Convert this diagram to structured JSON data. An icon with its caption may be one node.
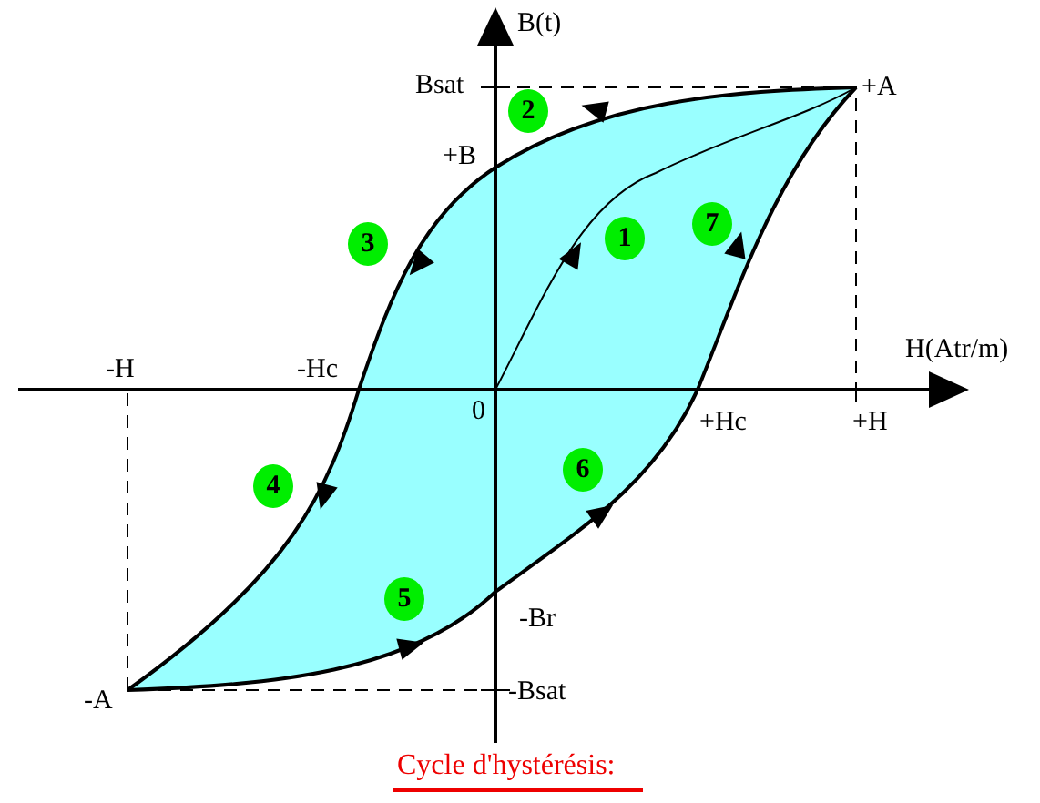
{
  "diagram": {
    "caption": "Cycle d'hystérésis:",
    "nodes": [
      {
        "text": [
          "2"
        ]
      },
      {
        "text": [
          "7"
        ]
      },
      {
        "text": [
          "1"
        ]
      },
      {
        "text": [
          "3"
        ]
      },
      {
        "text": [
          "6"
        ]
      },
      {
        "text": [
          "4"
        ]
      },
      {
        "text": [
          "5"
        ]
      }
    ],
    "labels": [
      "B(t)",
      "Bsat",
      "+A",
      "+B",
      "H(Atr/m)",
      "-H",
      "-Hc",
      "0",
      "+Hc",
      "+H",
      "-Br",
      "-Bsat",
      "-A"
    ]
  }
}
